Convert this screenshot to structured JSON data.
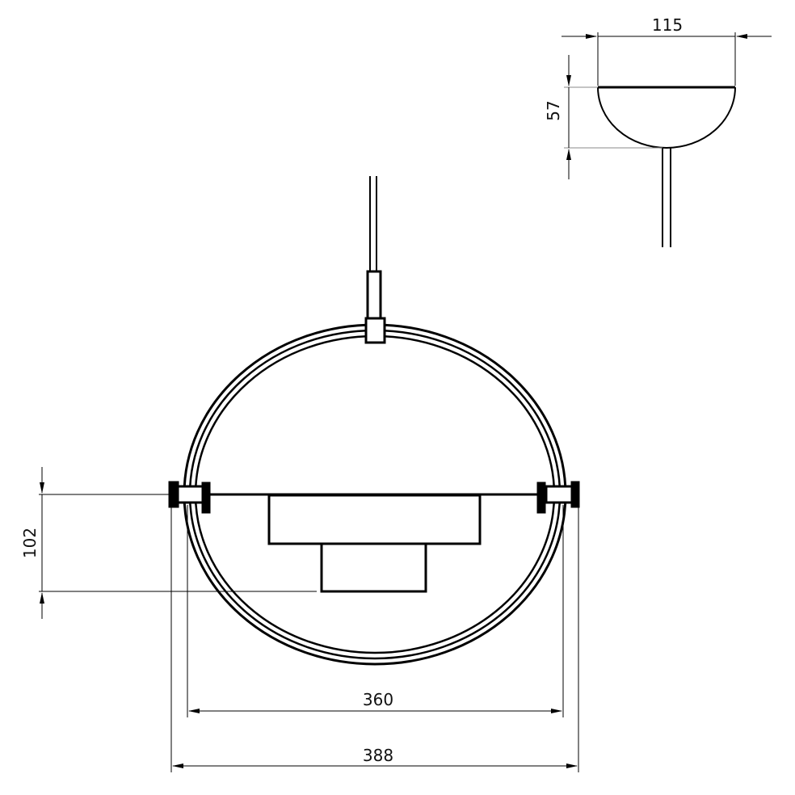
{
  "dimensions": {
    "canopy_width": "115",
    "canopy_height": "57",
    "shade_depth": "102",
    "inner_diameter": "360",
    "outer_width": "388"
  },
  "colors": {
    "line": "#000000",
    "background": "#ffffff"
  }
}
